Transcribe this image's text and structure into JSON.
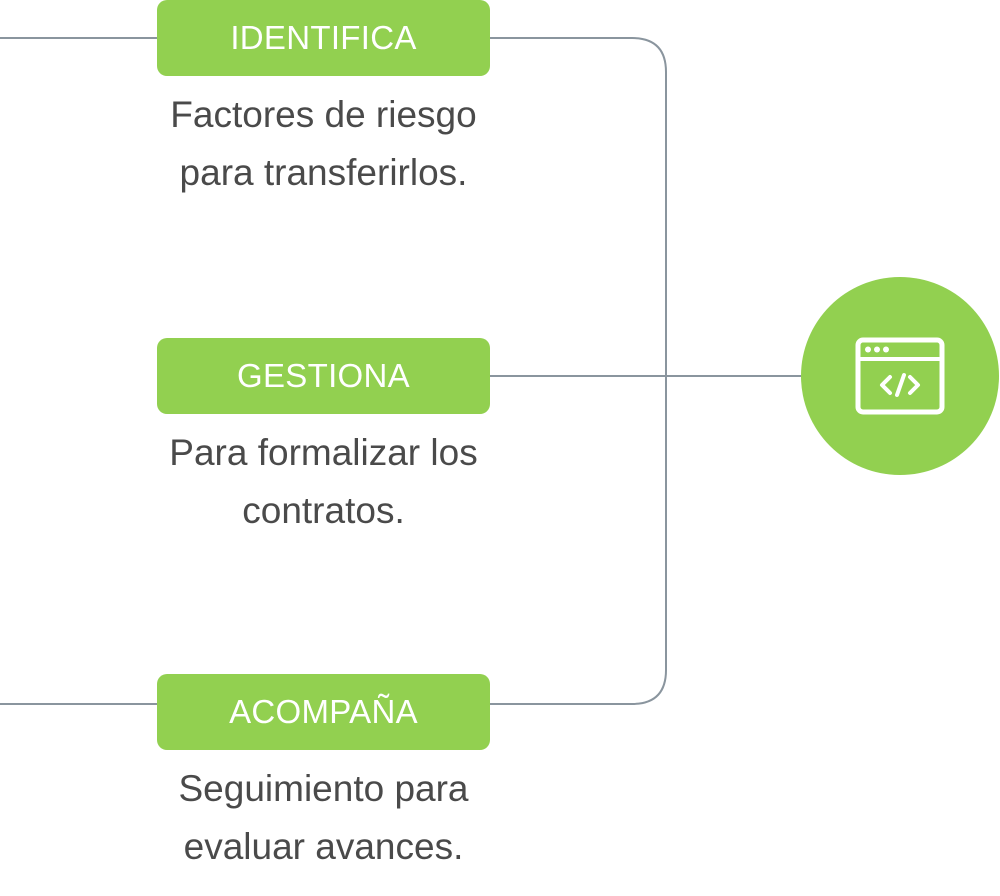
{
  "colors": {
    "accent": "#92d050",
    "connector": "#8a959e",
    "text": "#4a4a4a",
    "label_text": "#ffffff"
  },
  "stages": [
    {
      "label": "IDENTIFICA",
      "description": [
        "Factores de riesgo",
        "para transferirlos."
      ]
    },
    {
      "label": "GESTIONA",
      "description": [
        "Para formalizar los",
        "contratos."
      ]
    },
    {
      "label": "ACOMPAÑA",
      "description": [
        "Seguimiento para",
        "evaluar avances."
      ]
    }
  ],
  "hub": {
    "icon": "browser-code-icon"
  }
}
